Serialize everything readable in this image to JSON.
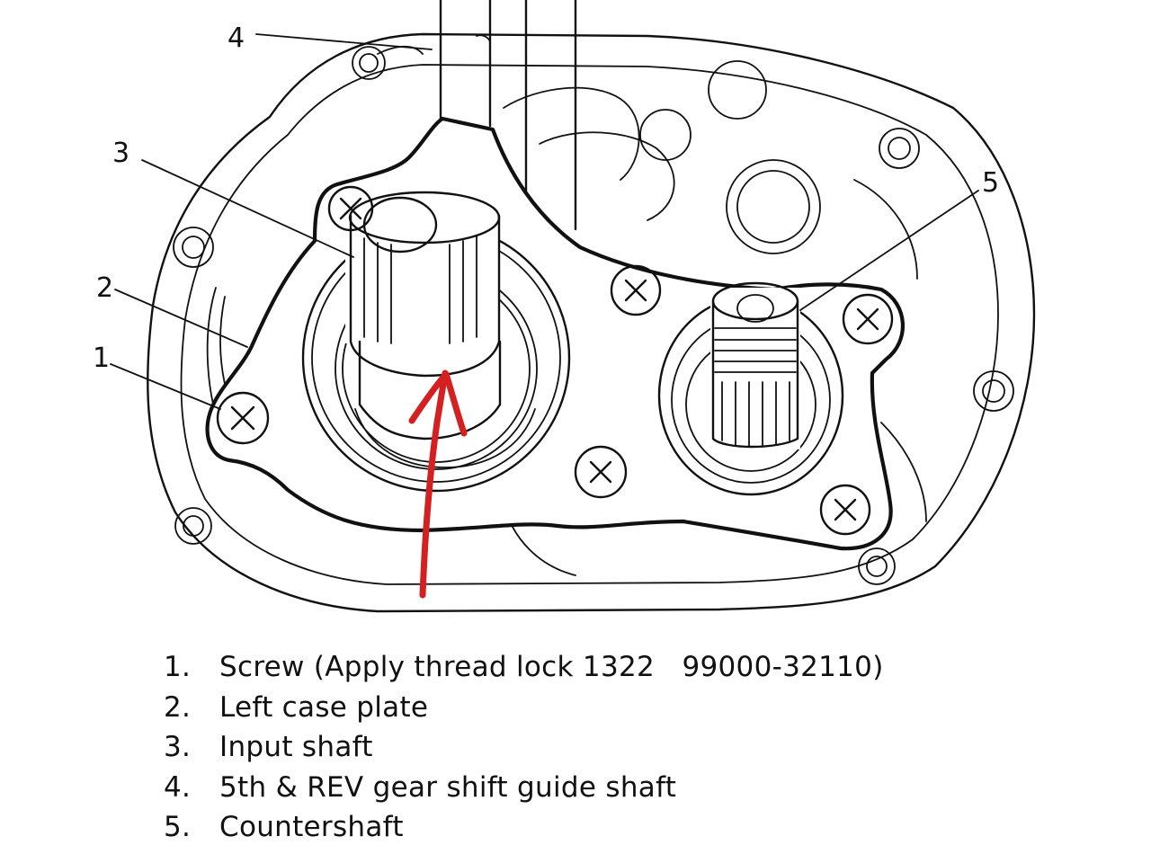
{
  "callouts": [
    "1",
    "2",
    "3",
    "4",
    "5"
  ],
  "legend": [
    {
      "num": "1.",
      "text": "Screw (Apply thread lock 1322   99000-32110)"
    },
    {
      "num": "2.",
      "text": "Left case plate"
    },
    {
      "num": "3.",
      "text": "Input shaft"
    },
    {
      "num": "4.",
      "text": "5th & REV gear shift guide shaft"
    },
    {
      "num": "5.",
      "text": "Countershaft"
    }
  ],
  "colors": {
    "line": "#111111",
    "arrow": "#d42020",
    "background": "#ffffff"
  }
}
